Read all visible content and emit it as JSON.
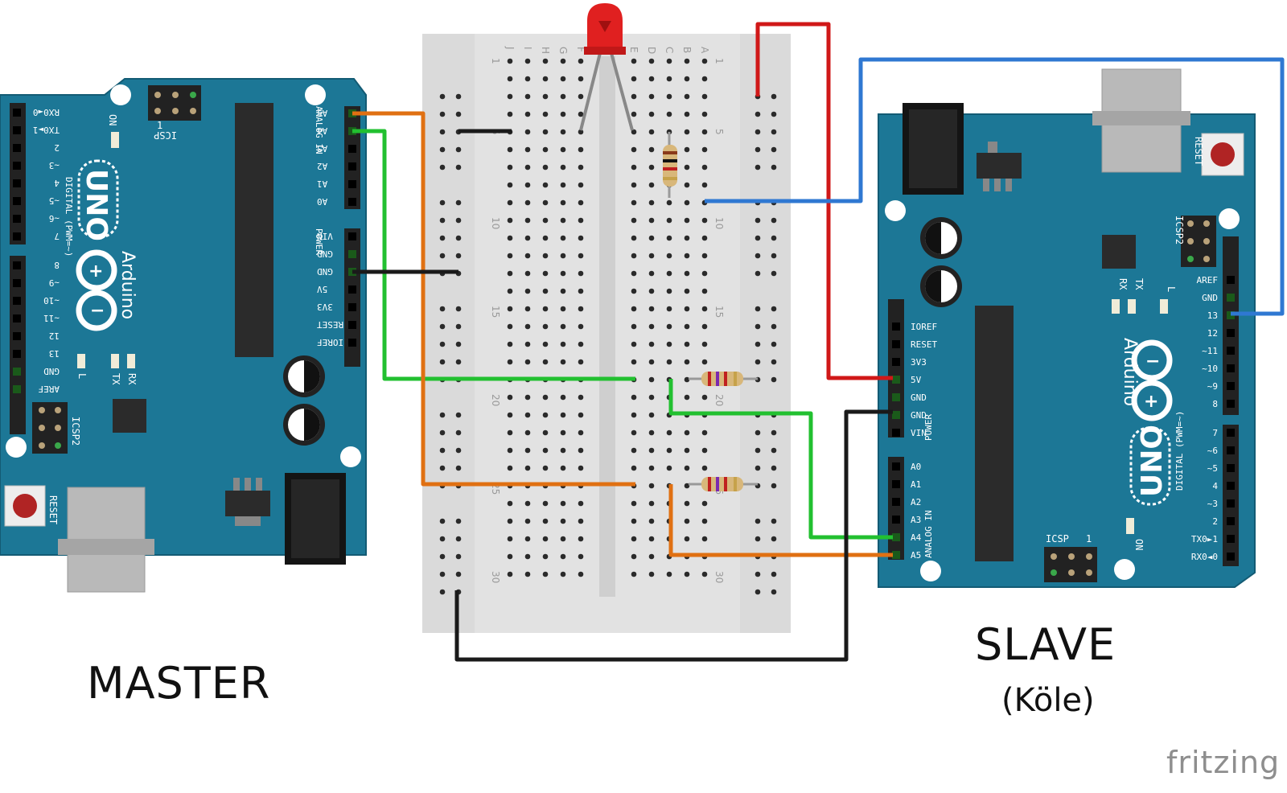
{
  "labels": {
    "master": "MASTER",
    "slave": "SLAVE",
    "slave_subtitle": "(Köle)",
    "watermark": "fritzing"
  },
  "board": {
    "brand_uno": "UNO",
    "brand_arduino": "Arduino",
    "on": "ON",
    "icsp": "ICSP",
    "icsp2": "ICSP2",
    "icsp_pin1": "1",
    "reset": "RESET",
    "tx": "TX",
    "rx": "RX",
    "led_l": "L",
    "digital_title": "DIGITAL (PWM=~)",
    "power_title": "POWER",
    "analog_title": "ANALOG IN",
    "digital_pins": [
      "RX0◄0",
      "TX0►1",
      "2",
      "~3",
      "4",
      "~5",
      "~6",
      "7",
      "8",
      "~9",
      "~10",
      "~11",
      "12",
      "13",
      "GND",
      "AREF"
    ],
    "power_pins": [
      "IOREF",
      "RESET",
      "3V3",
      "5V",
      "GND",
      "GND",
      "VIN"
    ],
    "analog_pins": [
      "A0",
      "A1",
      "A2",
      "A3",
      "A4",
      "A5"
    ]
  },
  "breadboard": {
    "columns": [
      "A",
      "B",
      "C",
      "D",
      "E",
      "F",
      "G",
      "H",
      "I",
      "J"
    ],
    "row_numbers": [
      "1",
      "5",
      "10",
      "15",
      "20",
      "25",
      "30"
    ]
  },
  "colors": {
    "board": "#1c7796",
    "board_edge": "#135b74",
    "breadboard": "#e4e4e4",
    "wire_red": "#d01818",
    "wire_blue": "#2f78d2",
    "wire_green": "#22c030",
    "wire_orange": "#e07012",
    "wire_black": "#1a1a1a",
    "led": "#e02020"
  }
}
